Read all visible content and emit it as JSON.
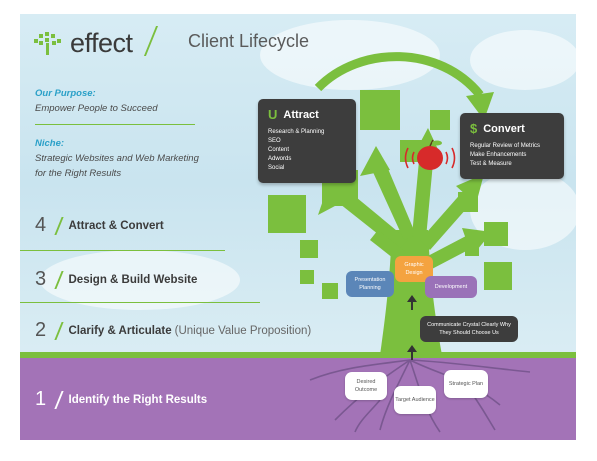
{
  "header": {
    "logo_text": "effect",
    "title": "Client Lifecycle"
  },
  "purpose": {
    "label": "Our Purpose:",
    "text": "Empower People to Succeed"
  },
  "niche": {
    "label": "Niche:",
    "line1": "Strategic Websites and Web Marketing",
    "line2": "for the Right Results"
  },
  "steps": [
    {
      "num": "4",
      "label": "Attract & Convert",
      "sub": ""
    },
    {
      "num": "3",
      "label": "Design & Build Website",
      "sub": ""
    },
    {
      "num": "2",
      "label": "Clarify & Articulate",
      "sub": "(Unique Value Proposition)"
    },
    {
      "num": "1",
      "label": "Identify the Right Results",
      "sub": ""
    }
  ],
  "attract": {
    "icon": "U",
    "title": "Attract",
    "items": [
      "Research & Planning",
      "SEO",
      "Content",
      "Adwords",
      "Social"
    ]
  },
  "convert": {
    "icon": "$",
    "title": "Convert",
    "items": [
      "Regular Review of Metrics",
      "Make Enhancements",
      "Test & Measure"
    ]
  },
  "tree_nodes": {
    "graphic_design": "Graphic Design",
    "presentation_planning": "Presentation Planning",
    "development": "Development",
    "communicate": "Communicate Crystal Clearly Why They Should Choose Us"
  },
  "roots": {
    "desired_outcome": "Desired Outcome",
    "target_audience": "Target Audience",
    "strategic_plan": "Strategic Plan"
  },
  "colors": {
    "green": "#7bbf3e",
    "purple": "#a373b7",
    "dark": "#3d3d3d",
    "blue": "#5b86b8",
    "orange": "#f4a340",
    "violet": "#9a72b8",
    "apple": "#d72a2a"
  }
}
